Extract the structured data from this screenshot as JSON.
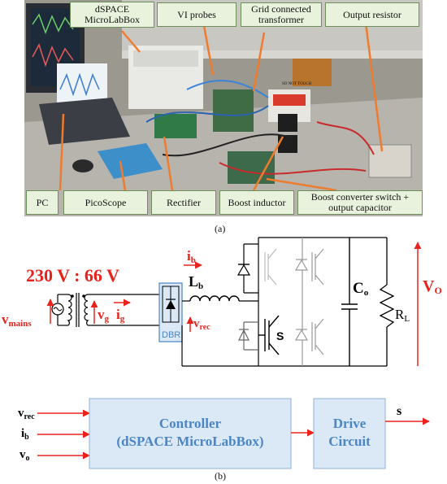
{
  "photo_labels": {
    "dspace": "dSPACE MicroLabBox",
    "vi_probes": "VI probes",
    "grid_transformer": "Grid connected transformer",
    "output_resistor": "Output resistor",
    "pc": "PC",
    "picoscope": "PicoScope",
    "rectifier": "Rectifier",
    "boost_inductor": "Boost inductor",
    "boost_switch": "Boost converter switch + output capacitor"
  },
  "photo_sticker": "SO NOT TOUCH",
  "caption_a": "(a)",
  "caption_b": "(b)",
  "circuit": {
    "ratio": "230 V : 66 V",
    "vmains": "v",
    "vmains_sub": "mains",
    "vg": "v",
    "vg_sub": "g",
    "ig": "i",
    "ig_sub": "g",
    "dbr": "DBR",
    "vrec": "v",
    "vrec_sub": "rec",
    "ib": "i",
    "ib_sub": "b",
    "lb": "L",
    "lb_sub": "b",
    "s": "S",
    "co": "C",
    "co_sub": "o",
    "rl": "R",
    "rl_sub": "L",
    "vo": "V",
    "vo_sub": "O"
  },
  "block": {
    "in_vrec": "v",
    "in_vrec_sub": "rec",
    "in_ib": "i",
    "in_ib_sub": "b",
    "in_vo": "v",
    "in_vo_sub": "o",
    "controller_line1": "Controller",
    "controller_line2": "(dSPACE MicroLabBox)",
    "drive_line1": "Drive",
    "drive_line2": "Circuit",
    "out_s": "s"
  },
  "colors": {
    "red": "#e8231c",
    "orange": "#ef7c2e",
    "blue_text": "#4a86c5",
    "box_fill": "#dbe9f7",
    "callout_fill": "#e8f2dc"
  }
}
